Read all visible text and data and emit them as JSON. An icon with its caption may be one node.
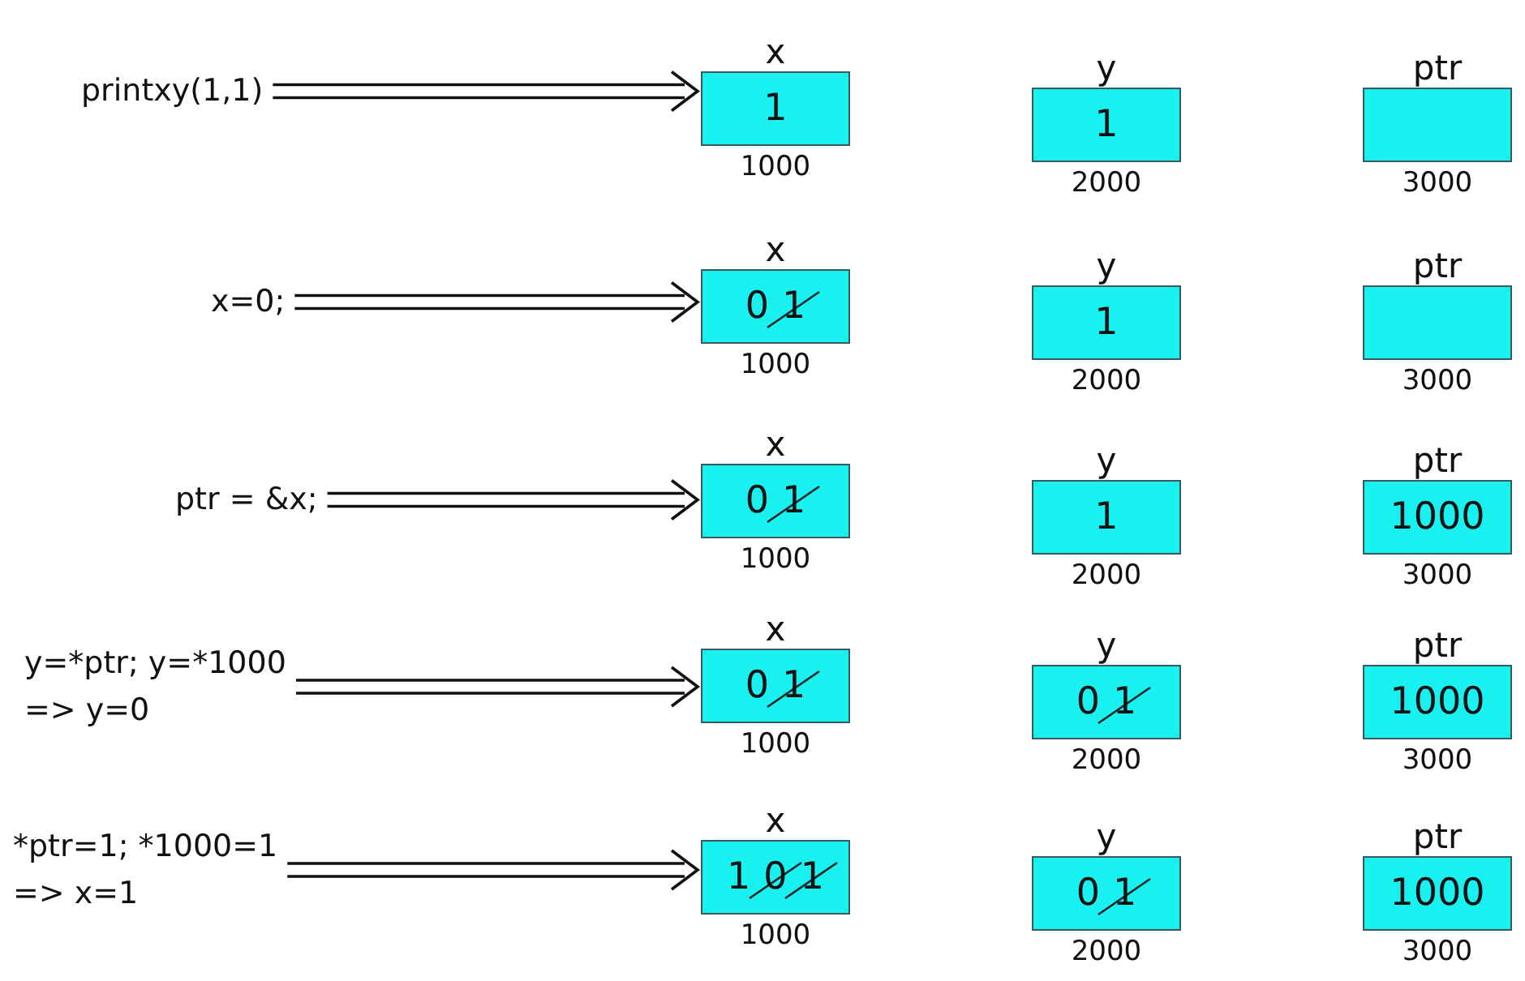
{
  "diagram": {
    "nodes": [
      {
        "text": [
          "printxy(1,1)"
        ]
      },
      {
        "text": [
          "x",
          "1"
        ],
        "beside": [
          "1000"
        ]
      },
      {
        "text": [
          "y",
          "1"
        ],
        "beside": [
          "2000"
        ]
      },
      {
        "text": [
          "ptr"
        ],
        "beside": [
          "3000"
        ]
      },
      {
        "text": [
          "x=0;"
        ]
      },
      {
        "text": [
          "x",
          "0",
          "1"
        ],
        "beside": [
          "1000"
        ]
      },
      {
        "text": [
          "y",
          "1"
        ],
        "beside": [
          "2000"
        ]
      },
      {
        "text": [
          "ptr"
        ],
        "beside": [
          "3000"
        ]
      },
      {
        "text": [
          "ptr = &x;"
        ]
      },
      {
        "text": [
          "x",
          "0",
          "1"
        ],
        "beside": [
          "1000"
        ]
      },
      {
        "text": [
          "y",
          "1"
        ],
        "beside": [
          "2000"
        ]
      },
      {
        "text": [
          "ptr",
          "1000"
        ],
        "beside": [
          "3000"
        ]
      },
      {
        "text": [
          "y=*ptr; y=*1000",
          "=> y=0"
        ]
      },
      {
        "text": [
          "x",
          "0",
          "1"
        ],
        "beside": [
          "1000"
        ]
      },
      {
        "text": [
          "y",
          "0",
          "1"
        ],
        "beside": [
          "2000"
        ]
      },
      {
        "text": [
          "ptr",
          "1000"
        ],
        "beside": [
          "3000"
        ]
      },
      {
        "text": [
          "*ptr=1; *1000=1",
          "=> x=1"
        ]
      },
      {
        "text": [
          "x",
          "1",
          "0",
          "1"
        ],
        "beside": [
          "1000"
        ]
      },
      {
        "text": [
          "y",
          "0",
          "1"
        ],
        "beside": [
          "2000"
        ]
      },
      {
        "text": [
          "ptr",
          "1000"
        ],
        "beside": [
          "3000"
        ]
      }
    ],
    "edges": [
      {
        "from": 0,
        "to": 1,
        "arrow": "to"
      },
      {
        "from": 4,
        "to": 5,
        "arrow": "to"
      },
      {
        "from": 8,
        "to": 9,
        "arrow": "to"
      },
      {
        "from": 12,
        "to": 13,
        "arrow": "to"
      },
      {
        "from": 16,
        "to": 17,
        "arrow": "to"
      }
    ]
  }
}
